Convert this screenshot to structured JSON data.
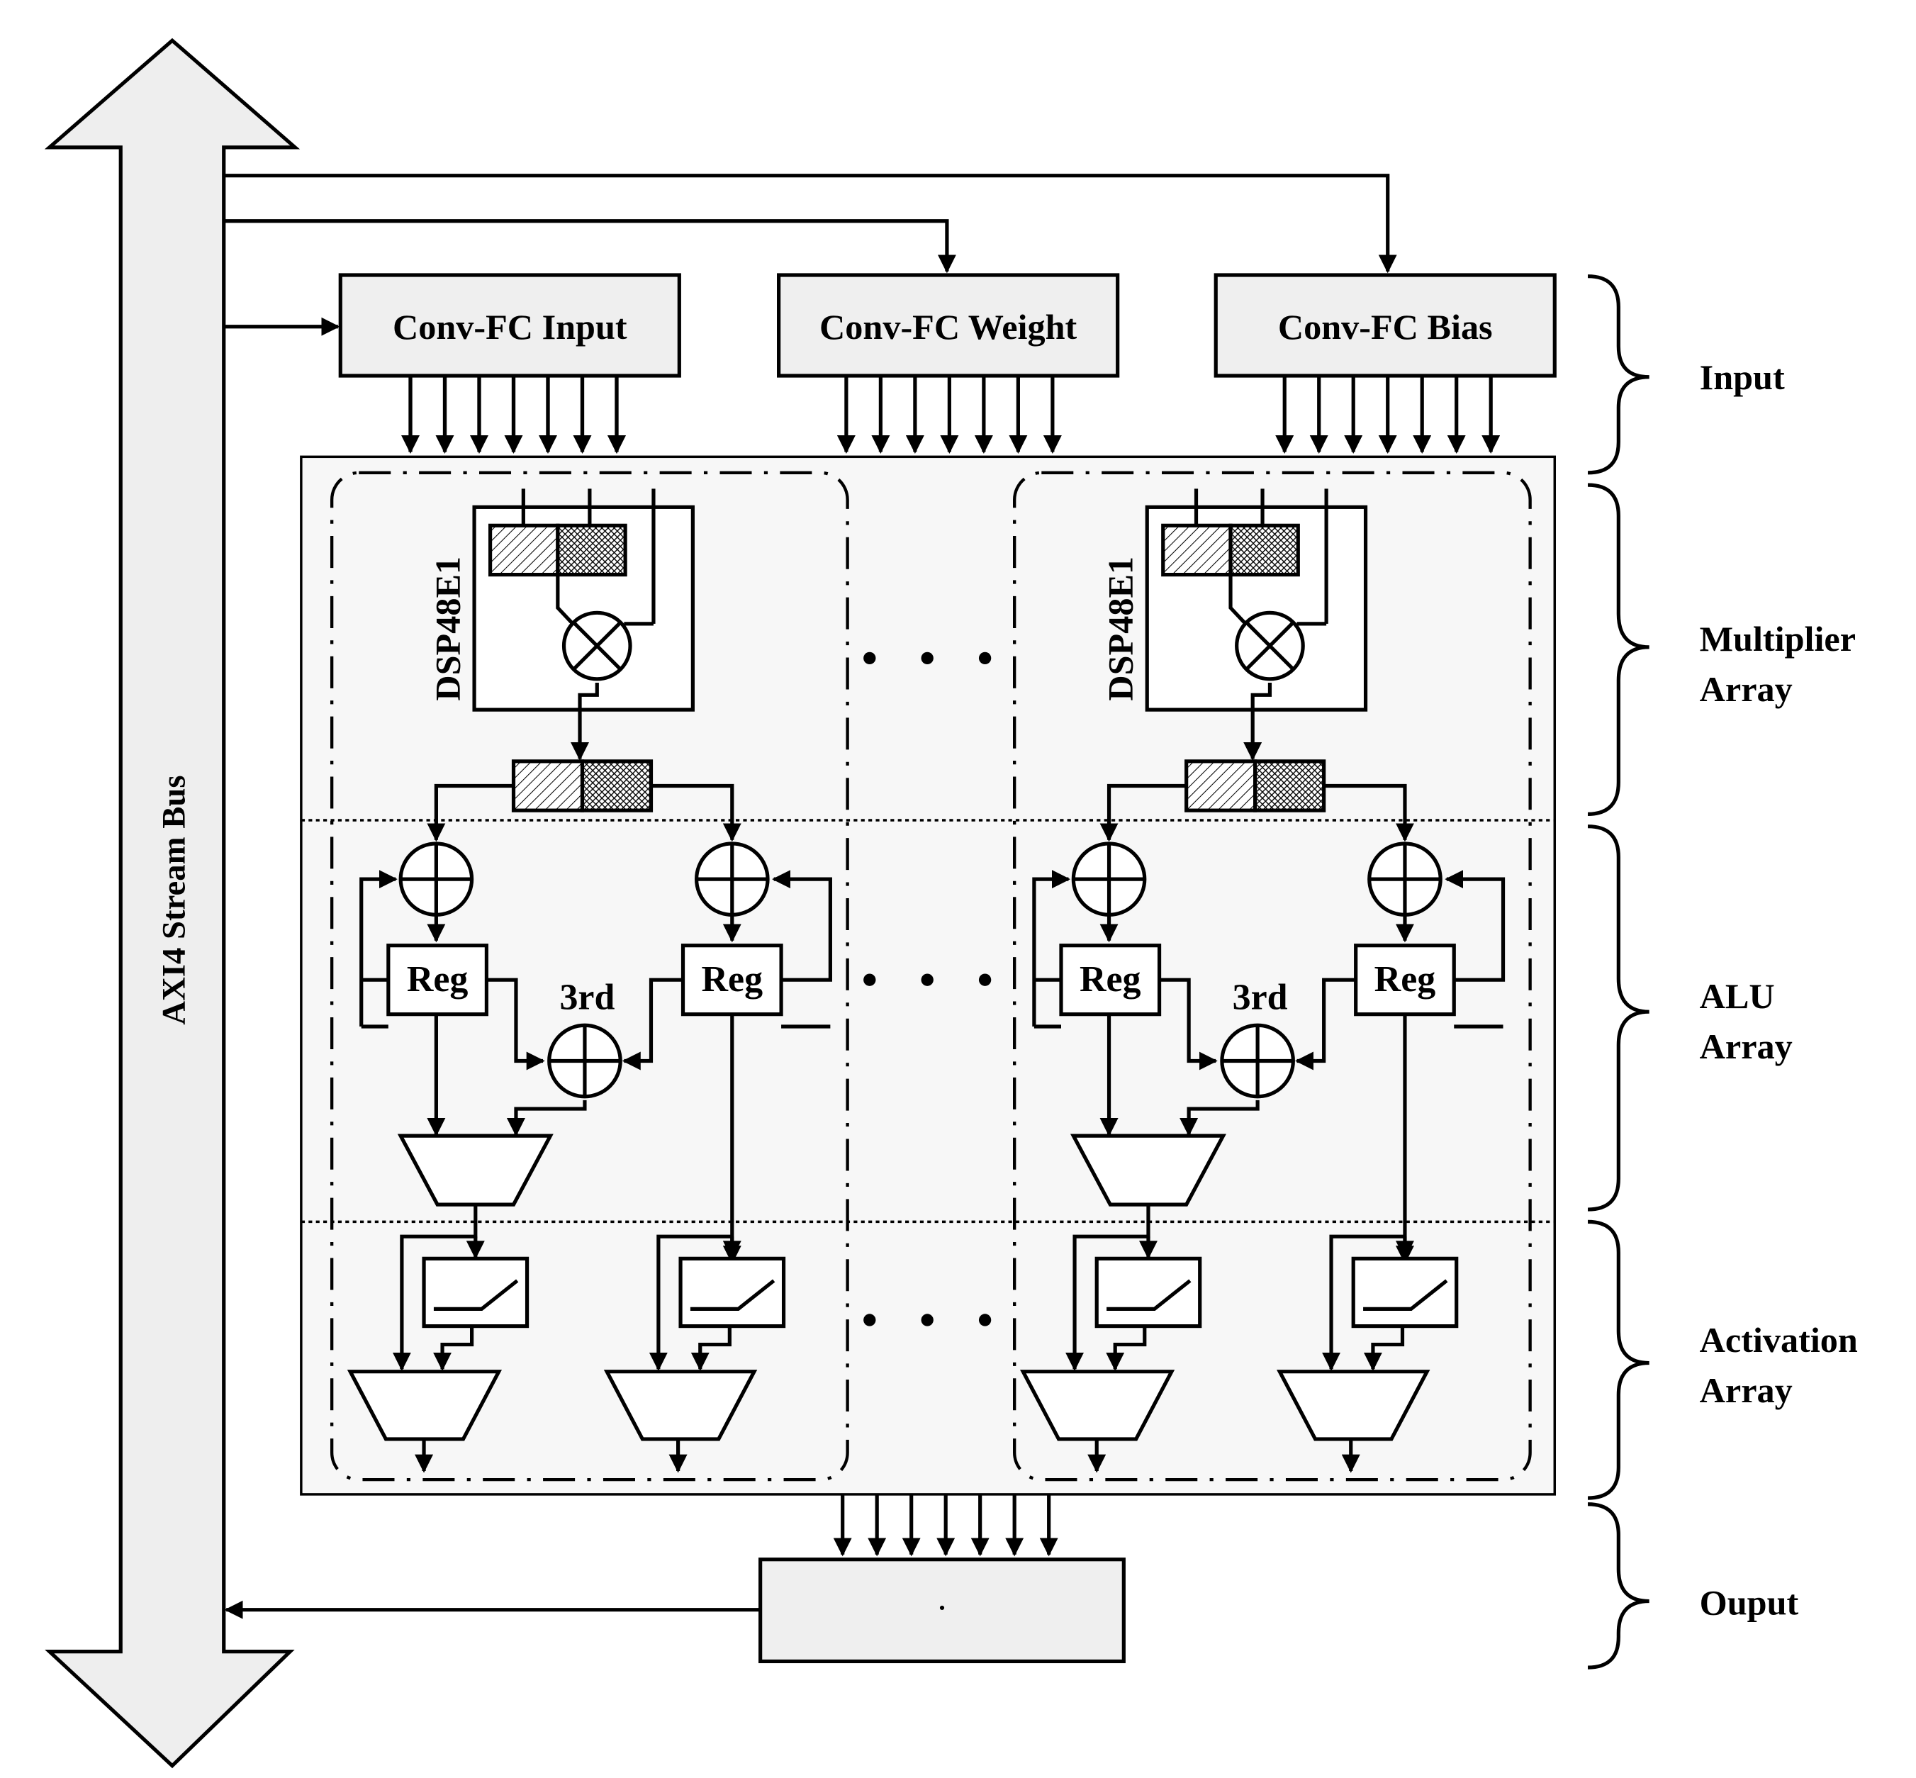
{
  "bus": {
    "label": "AXI4 Stream Bus"
  },
  "buffers": {
    "input": "Conv-FC Input",
    "weight": "Conv-FC Weight",
    "bias": "Conv-FC Bias"
  },
  "output_box": {
    "label": "."
  },
  "pe": {
    "dsp_label": "DSP48E1",
    "reg_label": "Reg",
    "third_adder_label": "3rd"
  },
  "stages": {
    "input": "Input",
    "multiplier_line1": "Multiplier",
    "multiplier_line2": "Array",
    "alu_line1": "ALU",
    "alu_line2": "Array",
    "activation_line1": "Activation",
    "activation_line2": "Array",
    "output": "Ouput"
  },
  "colors": {
    "stroke": "#000000",
    "box_fill": "#efefef",
    "array_fill": "#f7f7f7",
    "bus_fill": "#eeeeee"
  }
}
